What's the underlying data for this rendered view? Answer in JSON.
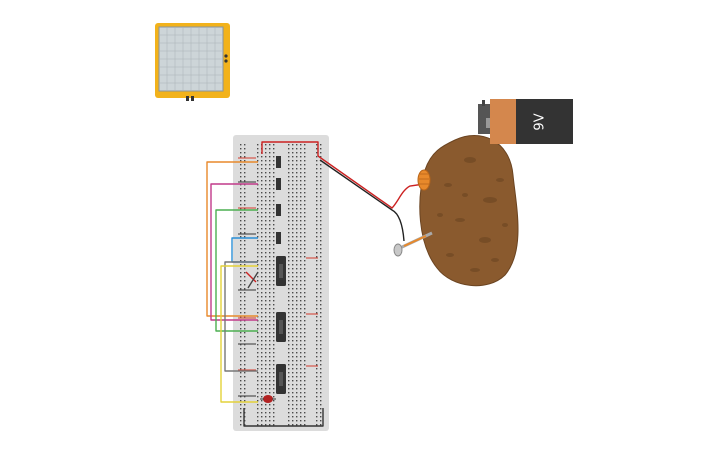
{
  "canvas": {
    "background": "#ffffff"
  },
  "colors": {
    "breadboard": "#dcdcdc",
    "hole": "#4a4a4a",
    "rail_red": "#d33a2c",
    "rail_dark": "#333333",
    "wire_orange": "#e8892b",
    "wire_magenta": "#c13a8a",
    "wire_green": "#4caf50",
    "wire_blue": "#2a8fd6",
    "wire_yellow": "#e4d23a",
    "wire_gray": "#777777",
    "wire_black": "#222222",
    "wire_red": "#cc2222",
    "oscilloscope_frame": "#f2b21b",
    "oscilloscope_screen": "#cdd5d8",
    "potato": "#8a5a2e",
    "battery_body": "#333333",
    "battery_copper": "#d4874d",
    "nail": "#a9a9a9",
    "led": "#b22222"
  },
  "battery": {
    "label": "9V",
    "icon": "battery-9v-icon"
  },
  "oscilloscope": {
    "icon": "oscilloscope-icon"
  },
  "potato": {
    "icon": "potato-icon"
  },
  "breadboard": {
    "icon": "breadboard-icon"
  },
  "components": {
    "small_chips": 4,
    "large_chips": 3,
    "led": "red"
  }
}
